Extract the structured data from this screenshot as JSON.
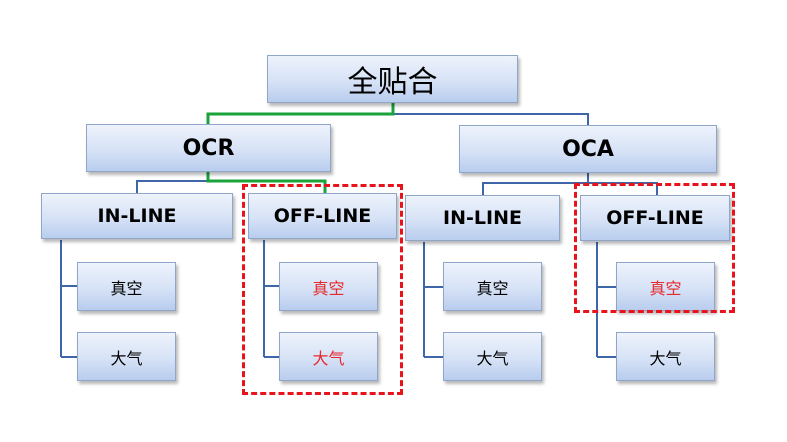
{
  "root": {
    "label": "全贴合"
  },
  "ocr": {
    "label": "OCR",
    "inline": {
      "label": "IN-LINE",
      "vacuum": "真空",
      "air": "大气"
    },
    "offline": {
      "label": "OFF-LINE",
      "vacuum": "真空",
      "air": "大气"
    }
  },
  "oca": {
    "label": "OCA",
    "inline": {
      "label": "IN-LINE",
      "vacuum": "真空",
      "air": "大气"
    },
    "offline": {
      "label": "OFF-LINE",
      "vacuum": "真空",
      "air": "大气"
    }
  },
  "colors": {
    "connector": "#3f66a8",
    "highlight_connector": "#1aa33a",
    "highlight_box": "#e8131b",
    "highlight_text": "#e8282b"
  }
}
